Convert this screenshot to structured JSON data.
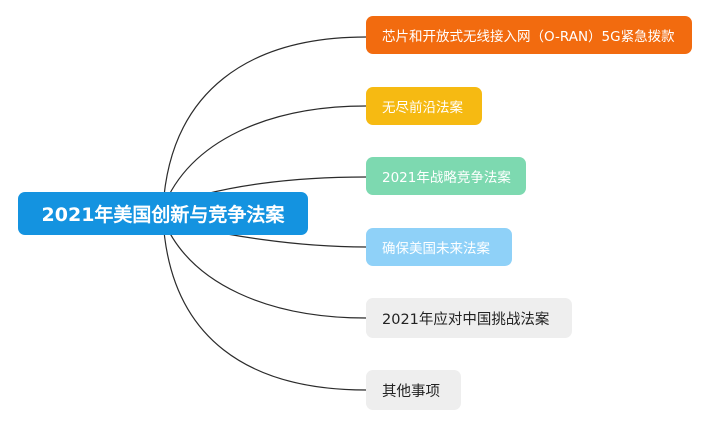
{
  "root": {
    "label": "2021年美国创新与竞争法案",
    "color": "#1493e0",
    "text_color": "#ffffff"
  },
  "link_color": "#2b2b2b",
  "children": [
    {
      "label": "芯片和开放式无线接入网（O-RAN）5G紧急拨款",
      "color": "#f26b0f",
      "text_color": "#ffffff"
    },
    {
      "label": "无尽前沿法案",
      "color": "#f6ba12",
      "text_color": "#ffffff"
    },
    {
      "label": "2021年战略竞争法案",
      "color": "#7dd9b0",
      "text_color": "#ffffff"
    },
    {
      "label": "确保美国未来法案",
      "color": "#8fd1f8",
      "text_color": "#ffffff"
    },
    {
      "label": "2021年应对中国挑战法案",
      "color": "#eeeeee",
      "text_color": "#222222"
    },
    {
      "label": "其他事项",
      "color": "#eeeeee",
      "text_color": "#222222"
    }
  ]
}
